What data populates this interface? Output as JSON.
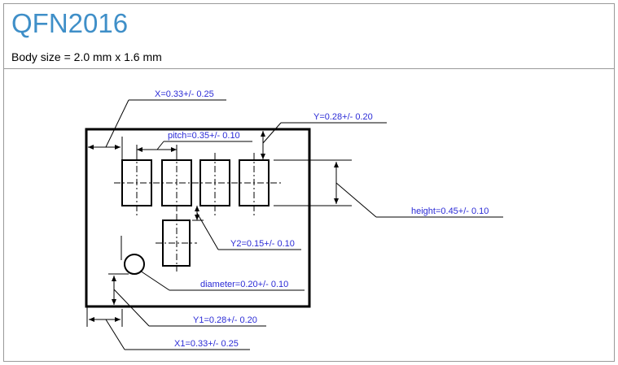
{
  "header": {
    "title": "QFN2016",
    "subtitle": "Body size = 2.0 mm x 1.6 mm"
  },
  "diagram": {
    "labels": {
      "x": "X=0.33+/- 0.25",
      "y": "Y=0.28+/- 0.20",
      "pitch": "pitch=0.35+/- 0.10",
      "height": "height=0.45+/- 0.10",
      "y2": "Y2=0.15+/- 0.10",
      "diameter": "diameter=0.20+/- 0.10",
      "y1": "Y1=0.28+/- 0.20",
      "x1": "X1=0.33+/- 0.25"
    },
    "colors": {
      "label_blue": "#2b2bd6",
      "title_blue": "#3f8fc8",
      "line": "#000000"
    }
  }
}
